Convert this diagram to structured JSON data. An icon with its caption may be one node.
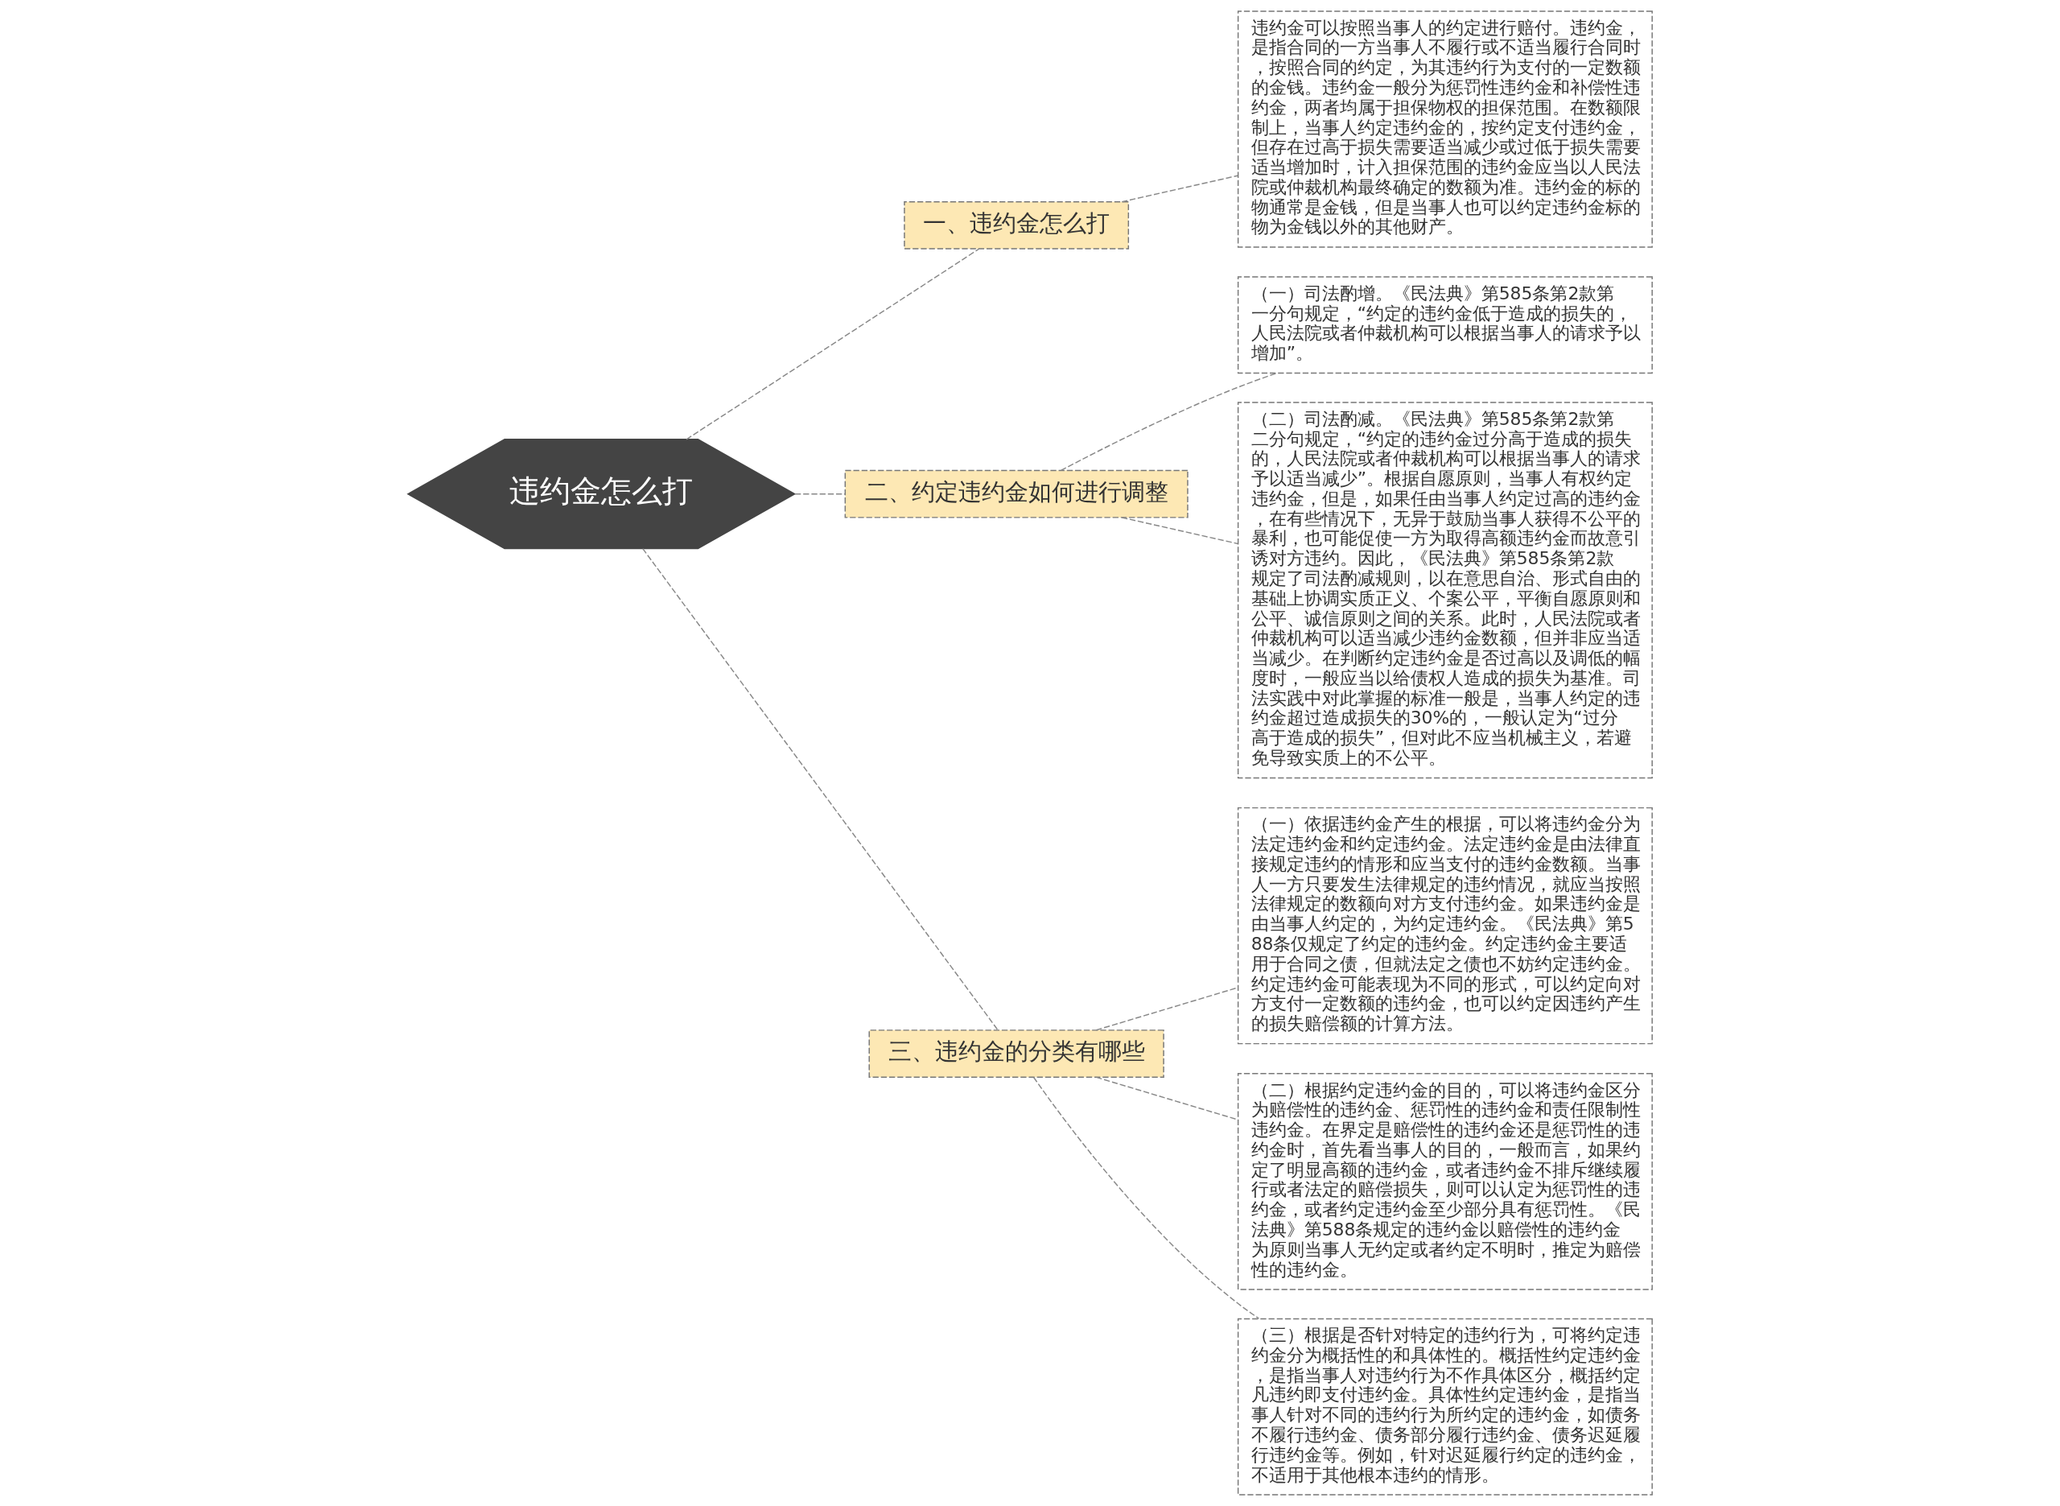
{
  "diagram": {
    "nodes": [
      {
        "text": [
          "违约金怎么打"
        ]
      },
      {
        "text": [
          "一、违约金怎么打"
        ]
      },
      {
        "text": [
          "违约金可以按照当事人的约定进行赔付。违约金，是指合同的一方当事人不履行或不适当履行合同时，按照合同的约定，为其违约行为支付的一定数额的金钱。违约金一般分为惩罚性违约金和补偿性违约金，两者均属于担保物权的担保范围。在数额限制上，当事人约定违约金的，按约定支付违约金，但存在过高于损失需要适当减少或过低于损失需要适当增加时，计入担保范围的违约金应当以人民法院或仲裁机构最终确定的数额为准。违约金的标的物通常是金钱，但是当事人也可以约定违约金标的物为金钱以外的其他财产。"
        ]
      },
      {
        "text": [
          "二、约定违约金如何进行调整"
        ]
      },
      {
        "text": [
          "（一）司法酌增。《民法典》第585条第2款第一分句规定，“约定的违约金低于造成的损失的，人民法院或者仲裁机构可以根据当事人的请求予以增加”。"
        ]
      },
      {
        "text": [
          "（二）司法酌减。《民法典》第585条第2款第二分句规定，“约定的违约金过分高于造成的损失的，人民法院或者仲裁机构可以根据当事人的请求予以适当减少”。根据自愿原则，当事人有权约定违约金，但是，如果任由当事人约定过高的违约金，在有些情况下，无异于鼓励当事人获得不公平的暴利，也可能促使一方为取得高额违约金而故意引诱对方违约。因此，《民法典》第585条第2款规定了司法酌减规则，以在意思自治、形式自由的基础上协调实质正义、个案公平，平衡自愿原则和公平、诚信原则之间的关系。此时，人民法院或者仲裁机构可以适当减少违约金数额，但并非应当适当减少。在判断约定违约金是否过高以及调低的幅度时，一般应当以给债权人造成的损失为基准。司法实践中对此掌握的标准一般是，当事人约定的违约金超过造成损失的30%的，一般认定为“过分高于造成的损失”，但对此不应当机械主义，若避免导致实质上的不公平。"
        ]
      },
      {
        "text": [
          "三、违约金的分类有哪些"
        ]
      },
      {
        "text": [
          "（一）依据违约金产生的根据，可以将违约金分为法定违约金和约定违约金。法定违约金是由法律直接规定违约的情形和应当支付的违约金数额。当事人一方只要发生法律规定的违约情况，就应当按照法律规定的数额向对方支付违约金。如果违约金是由当事人约定的，为约定违约金。《民法典》第588条仅规定了约定的违约金。约定违约金主要适用于合同之债，但就法定之债也不妨约定违约金。约定违约金可能表现为不同的形式，可以约定向对方支付一定数额的违约金，也可以约定因违约产生的损失赔偿额的计算方法。"
        ]
      },
      {
        "text": [
          "（二）根据约定违约金的目的，可以将违约金区分为赔偿性的违约金、惩罚性的违约金和责任限制性违约金。在界定是赔偿性的违约金还是惩罚性的违约金时，首先看当事人的目的，一般而言，如果约定了明显高额的违约金，或者违约金不排斥继续履行或者法定的赔偿损失，则可以认定为惩罚性的违约金，或者约定违约金至少部分具有惩罚性。《民法典》第588条规定的违约金以赔偿性的违约金为原则当事人无约定或者约定不明时，推定为赔偿性的违约金。"
        ]
      },
      {
        "text": [
          "（三）根据是否针对特定的违约行为，可将约定违约金分为概括性的和具体性的。概括性约定违约金，是指当事人对违约行为不作具体区分，概括约定凡违约即支付违约金。具体性约定违约金，是指当事人针对不同的违约行为所约定的违约金，如债务不履行违约金、债务部分履行违约金、债务迟延履行违约金等。例如，针对迟延履行约定的违约金，不适用于其他根本违约的情形。"
        ]
      }
    ],
    "edges": [
      {
        "from": 0,
        "to": 1,
        "arrow": "none",
        "style": "dashed"
      },
      {
        "from": 1,
        "to": 2,
        "arrow": "none",
        "style": "dashed"
      },
      {
        "from": 0,
        "to": 3,
        "arrow": "none",
        "style": "dashed"
      },
      {
        "from": 3,
        "to": 4,
        "arrow": "none",
        "style": "dashed"
      },
      {
        "from": 3,
        "to": 5,
        "arrow": "none",
        "style": "dashed"
      },
      {
        "from": 0,
        "to": 6,
        "arrow": "none",
        "style": "dashed"
      },
      {
        "from": 6,
        "to": 7,
        "arrow": "none",
        "style": "dashed"
      },
      {
        "from": 6,
        "to": 8,
        "arrow": "none",
        "style": "dashed"
      },
      {
        "from": 6,
        "to": 9,
        "arrow": "none",
        "style": "dashed"
      }
    ]
  }
}
